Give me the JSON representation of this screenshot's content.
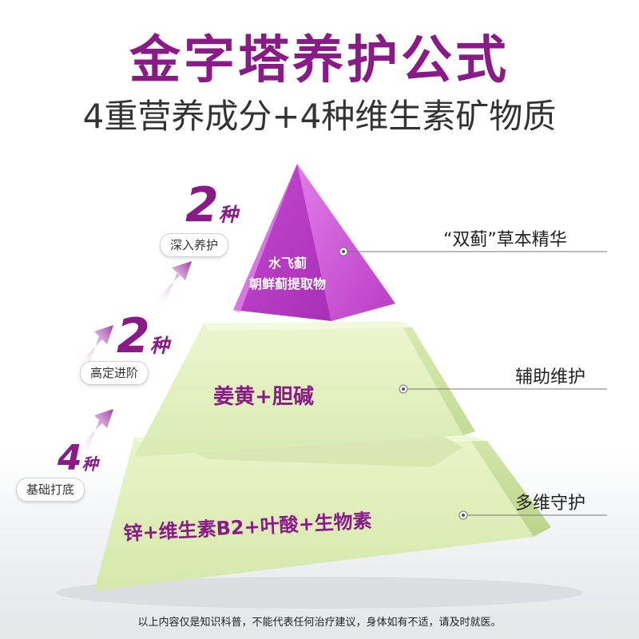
{
  "header": {
    "title": "金字塔养护公式",
    "subtitle": "4重营养成分+4种维生素矿物质"
  },
  "layers": [
    {
      "count": "2",
      "unit": "种",
      "stage": "深入养护",
      "content_line1": "水飞蓟",
      "content_line2": "朝鲜蓟提取物",
      "side_label": "“双蓟”草本精华"
    },
    {
      "count": "2",
      "unit": "种",
      "stage": "高定进阶",
      "content": "姜黄+胆碱",
      "side_label": "辅助维护"
    },
    {
      "count": "4",
      "unit": "种",
      "stage": "基础打底",
      "content": "锌+维生素B2+叶酸+生物素",
      "side_label": "多维守护"
    }
  ],
  "footer": {
    "disclaimer": "以上内容仅是知识科普，不能代表任何治疗建议，身体如有不适，请及时就医。"
  },
  "colors": {
    "accent": "#8a1a88",
    "pyramid_top": "#c545d0",
    "pyramid_green": "#e2f0c4"
  }
}
